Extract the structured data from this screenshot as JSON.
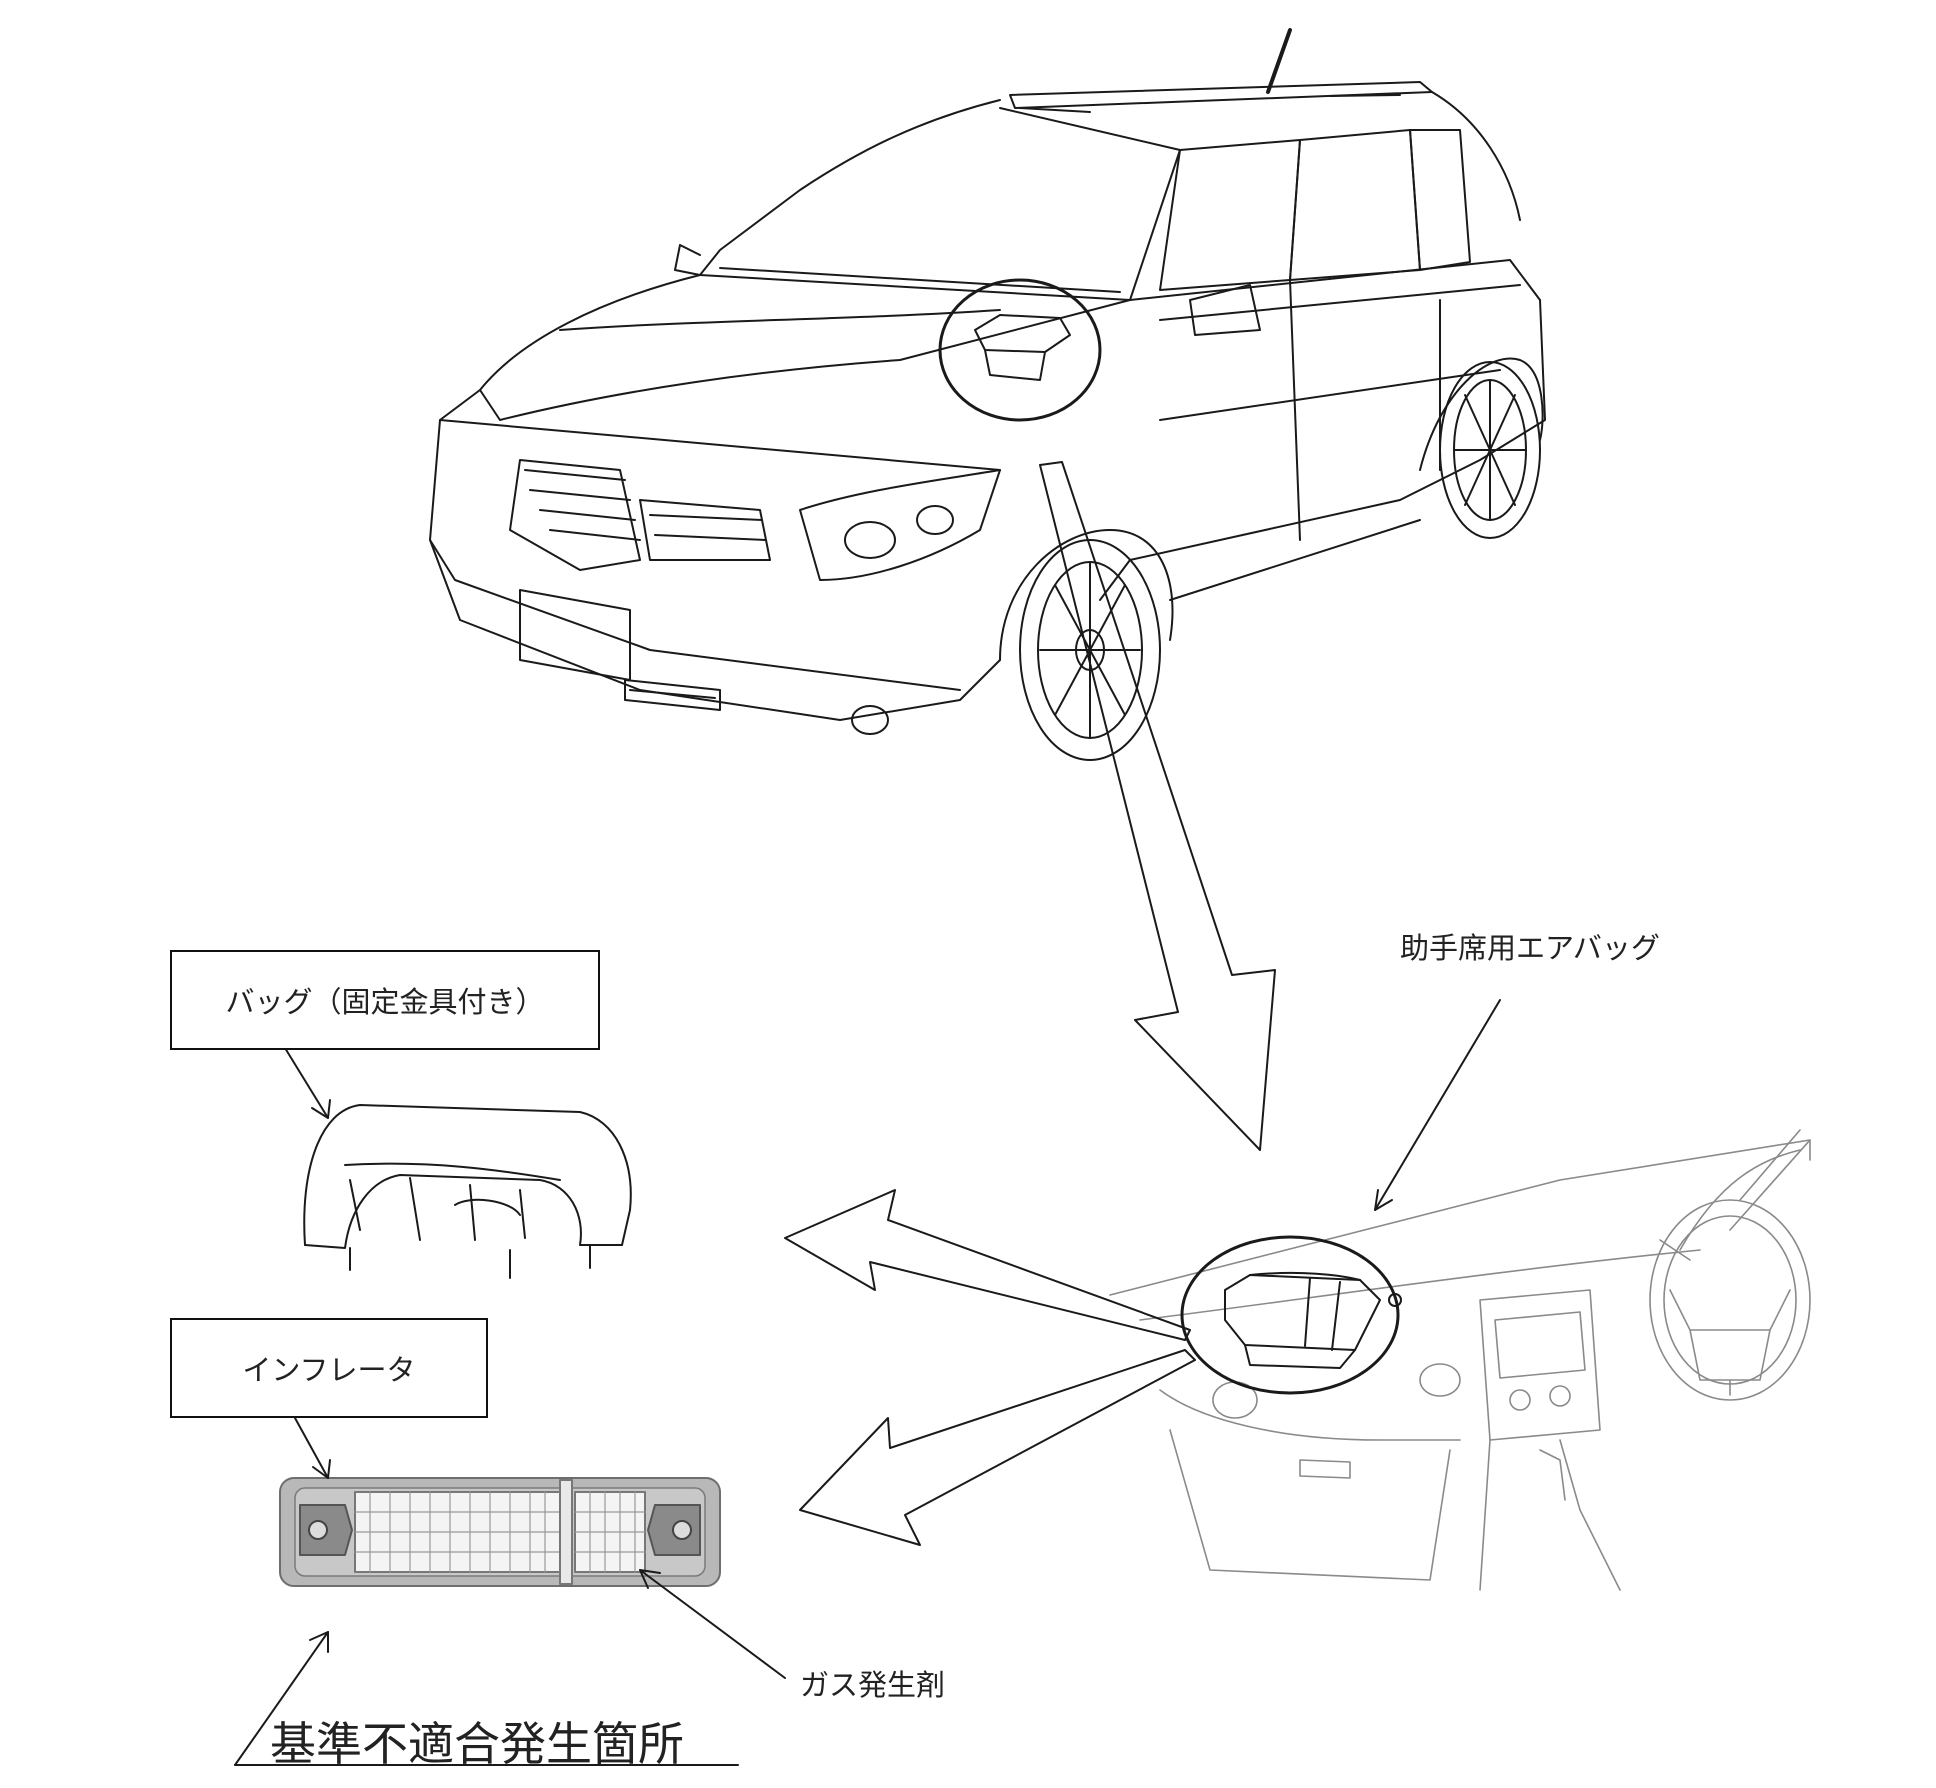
{
  "labels": {
    "bag": "バッグ（固定金具付き）",
    "inflator": "インフレータ",
    "passenger_airbag": "助手席用エアバッグ",
    "gas_generant": "ガス発生剤",
    "nonconformity": "基準不適合発生箇所"
  },
  "colors": {
    "line": "#1a1a1a",
    "dash_line": "#8a8a8a",
    "inflator_body": "#b8b8b8",
    "inflator_dark": "#6e6e6e"
  }
}
